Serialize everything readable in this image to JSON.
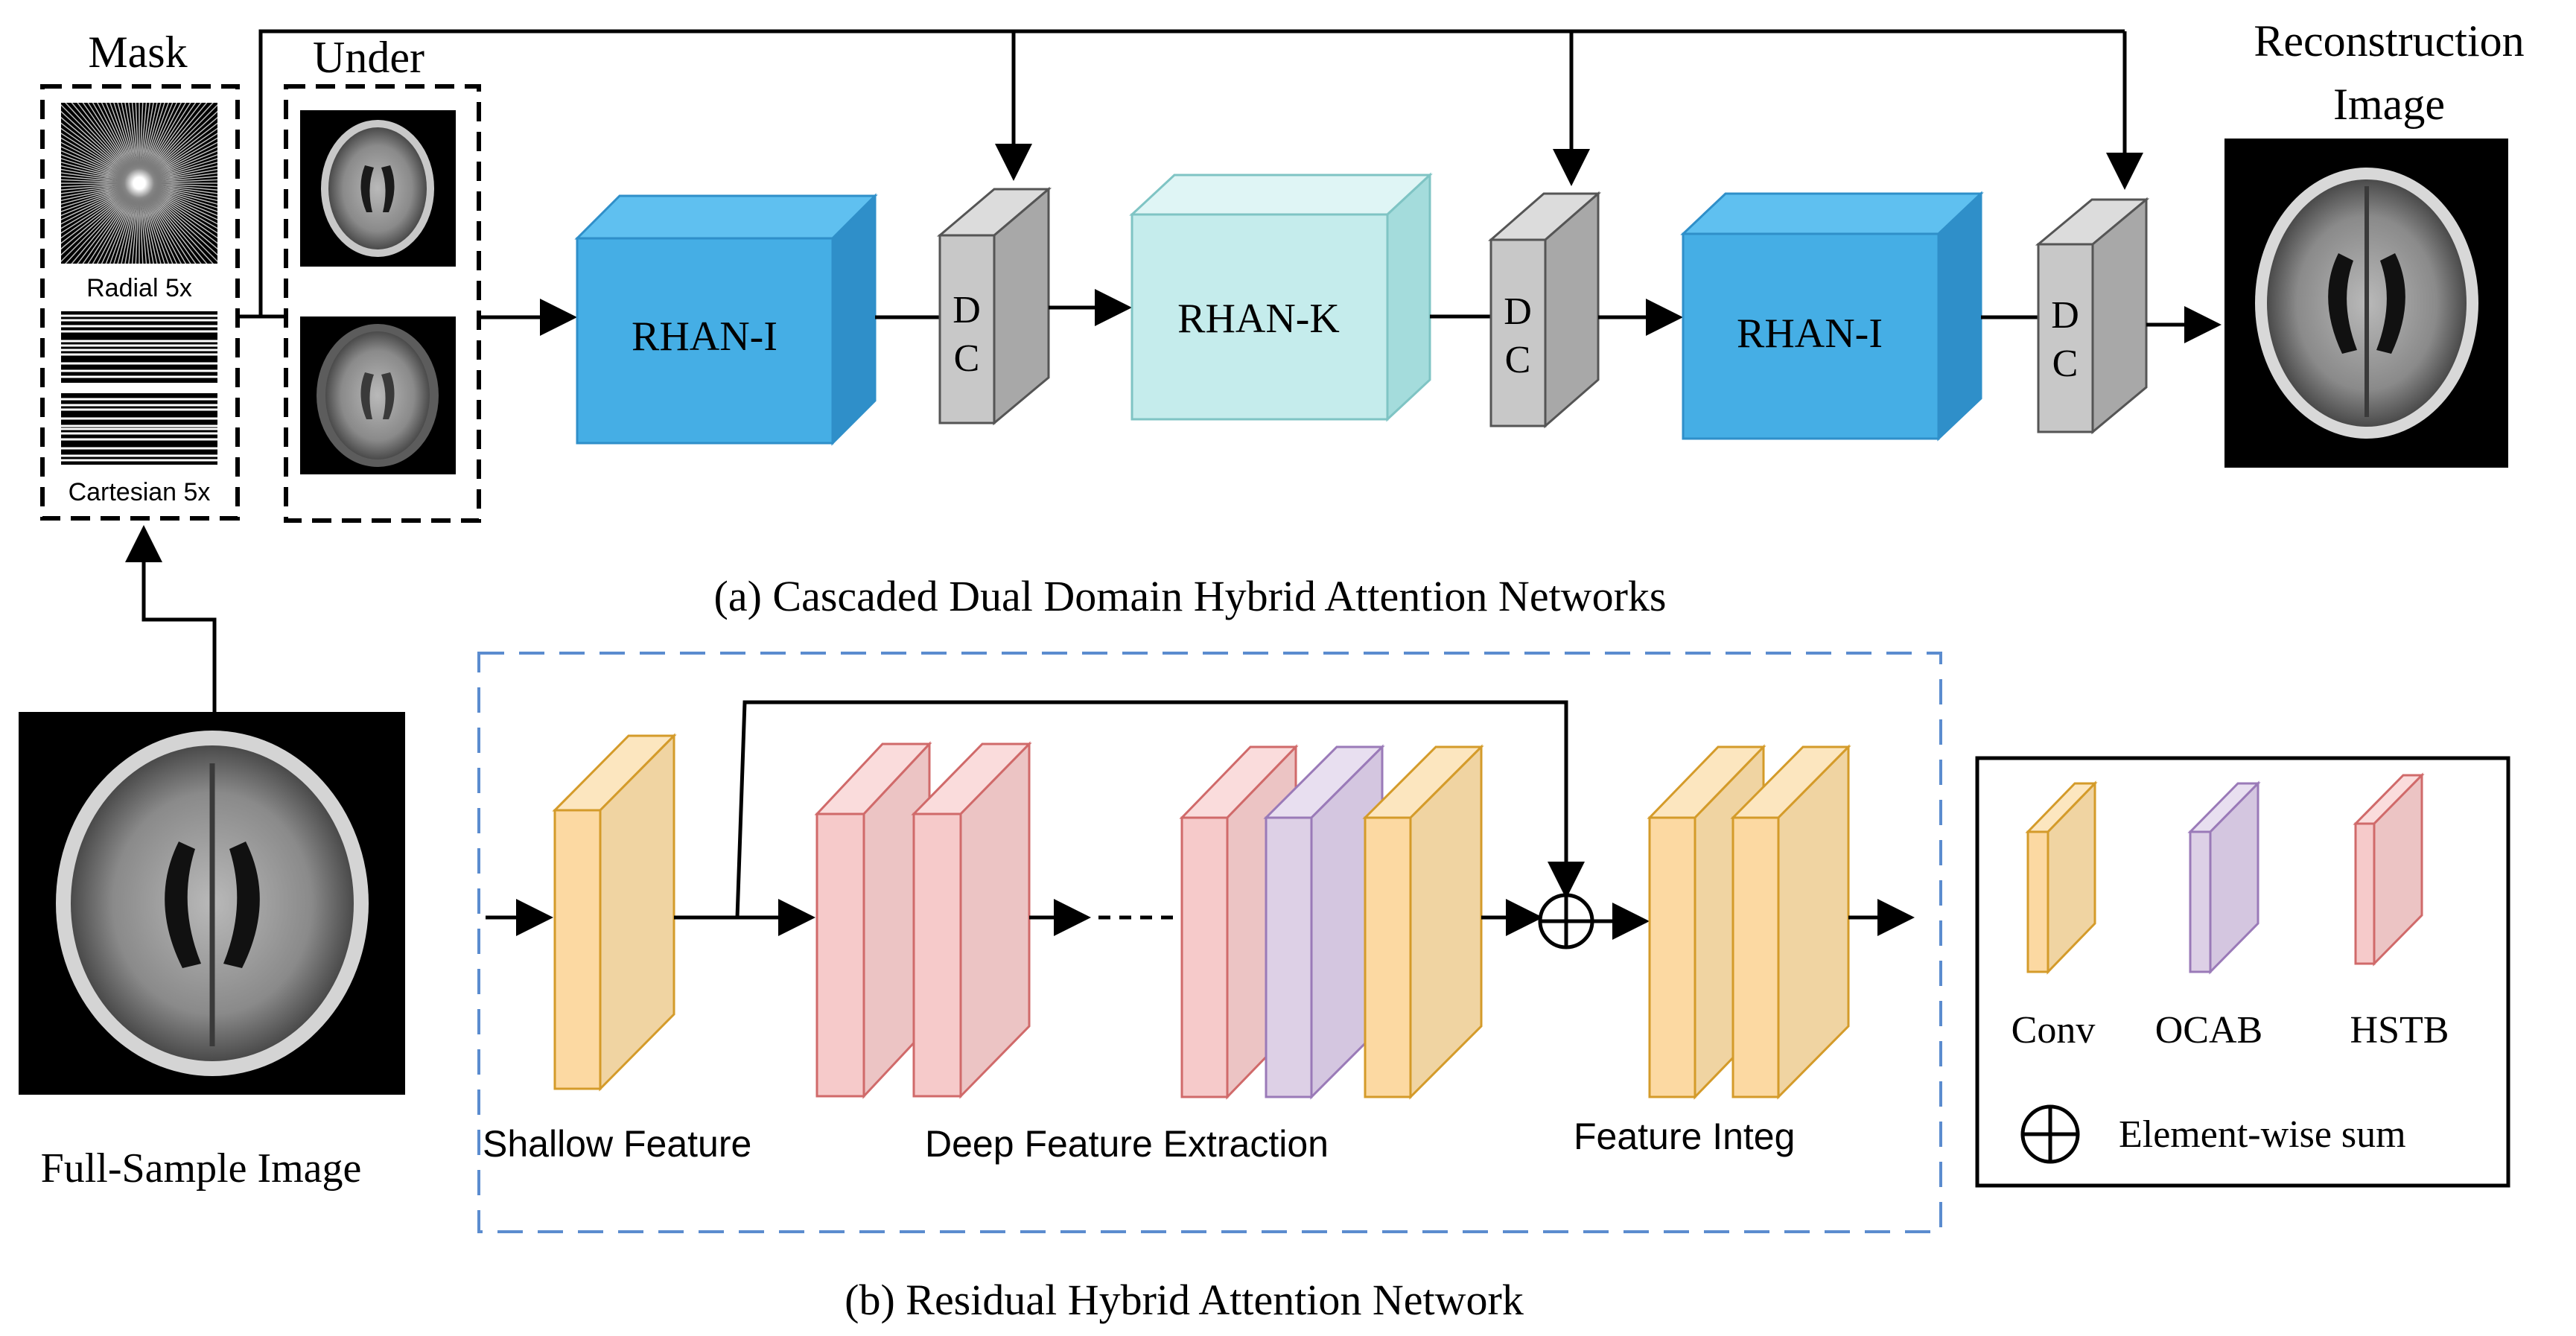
{
  "top": {
    "mask_title": "Mask",
    "under_title": "Under",
    "radial_label": "Radial 5x",
    "cartesian_label": "Cartesian 5x",
    "recon_title_line1": "Reconstruction",
    "recon_title_line2": "Image",
    "rhan_i_1": "RHAN-I",
    "rhan_k": "RHAN-K",
    "rhan_i_2": "RHAN-I",
    "dc_d": "D",
    "dc_c": "C",
    "caption": "(a) Cascaded Dual Domain Hybrid Attention Networks"
  },
  "bottom": {
    "full_sample_label": "Full-Sample Image",
    "shallow_label": "Shallow Feature",
    "deep_label": "Deep Feature Extraction",
    "integ_label": "Feature Integ",
    "caption": "(b) Residual Hybrid Attention Network"
  },
  "legend": {
    "conv": "Conv",
    "ocab": "OCAB",
    "hstb": "HSTB",
    "sum": "Element-wise sum"
  },
  "colors": {
    "rhan_i_front": "#45aee5",
    "rhan_i_side": "#2f8fc9",
    "rhan_k_front": "#c5ecec",
    "rhan_k_side": "#a4dcdc",
    "dc_front": "#c8c8c8",
    "conv_front": "#fcd9a2",
    "conv_stroke": "#d49b2a",
    "ocab_front": "#ddd0e6",
    "ocab_stroke": "#9a7ab8",
    "hstb_front": "#f6caca",
    "hstb_stroke": "#d06a6a",
    "dashed_frame": "#5b8ccf"
  }
}
